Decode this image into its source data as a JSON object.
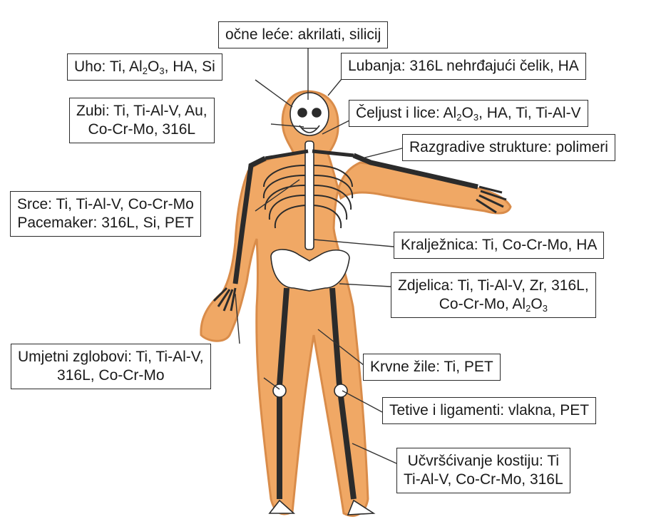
{
  "colors": {
    "skin": "#f0a865",
    "skin_outline": "#d98c4a",
    "bone": "#ffffff",
    "bone_outline": "#2b2b2b",
    "leader": "#333333"
  },
  "labels": {
    "lens": {
      "text": "očne leće: akrilati, silicij"
    },
    "ear": {
      "pre": "Uho: Ti, Al",
      "sub1": "2",
      "mid": "O",
      "sub2": "3",
      "post": ", HA, Si"
    },
    "skull": {
      "text": "Lubanja: 316L nehrđajući čelik, HA"
    },
    "teeth": {
      "line1": "Zubi: Ti, Ti-Al-V, Au,",
      "line2": "Co-Cr-Mo, 316L"
    },
    "jaw": {
      "pre": "Čeljust i lice: Al",
      "sub1": "2",
      "mid": "O",
      "sub2": "3",
      "post": ", HA, Ti, Ti-Al-V"
    },
    "degradable": {
      "text": "Razgradive strukture: polimeri"
    },
    "heart": {
      "line1": "Srce: Ti, Ti-Al-V, Co-Cr-Mo",
      "line2": "Pacemaker: 316L, Si, PET"
    },
    "spine": {
      "text": "Kralježnica: Ti, Co-Cr-Mo, HA"
    },
    "pelvis": {
      "line1": "Zdjelica: Ti, Ti-Al-V, Zr, 316L,",
      "line2_pre": "Co-Cr-Mo, Al",
      "sub1": "2",
      "mid": "O",
      "sub2": "3"
    },
    "joints": {
      "line1": "Umjetni zglobovi: Ti, Ti-Al-V,",
      "line2": "316L, Co-Cr-Mo"
    },
    "vessels": {
      "text": "Krvne žile: Ti, PET"
    },
    "tendons": {
      "text": "Tetive i ligamenti: vlakna, PET"
    },
    "fixation": {
      "line1": "Učvršćivanje kostiju: Ti",
      "line2": "Ti-Al-V, Co-Cr-Mo, 316L"
    }
  }
}
